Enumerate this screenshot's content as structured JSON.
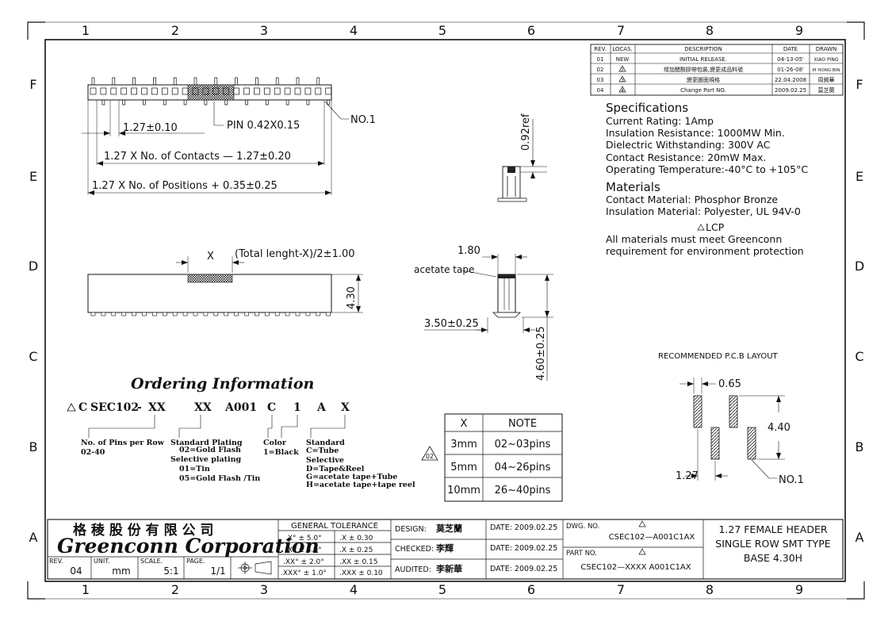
{
  "frame": {
    "columns": [
      "1",
      "2",
      "3",
      "4",
      "5",
      "6",
      "7",
      "8",
      "9"
    ],
    "rows": [
      "F",
      "E",
      "D",
      "C",
      "B",
      "A"
    ]
  },
  "revisions": {
    "headers": [
      "REV.",
      "LOCAS.",
      "DESCRIPTION",
      "DATE",
      "DRAWN"
    ],
    "rows": [
      {
        "rev": "01",
        "locas": "NEW",
        "desc": "INITIAL RELEASE.",
        "date": "04-13-05'",
        "drawn": "XIAO PING"
      },
      {
        "rev": "02",
        "locas": "2",
        "desc": "增加醋酸膠帶包裝,變更成品料號",
        "date": "01-26-08'",
        "drawn": "PI HONG BIN"
      },
      {
        "rev": "03",
        "locas": "3",
        "desc": "變更圖面規格",
        "date": "22.04.2008",
        "drawn": "周錫華"
      },
      {
        "rev": "04",
        "locas": "4",
        "desc": "Change Part NO.",
        "date": "2009.02.25",
        "drawn": "莫芝蘭"
      }
    ]
  },
  "specs": {
    "title": "Specifications",
    "lines": [
      "Current Rating:   1Amp",
      "Insulation Resistance:  1000MW Min.",
      "Dielectric Withstanding:  300V AC",
      "Contact Resistance:  20mW Max.",
      "Operating Temperature:-40°C to +105°C"
    ]
  },
  "materials": {
    "title": "Materials",
    "lines": [
      "Contact Material: Phosphor Bronze",
      "Insulation Material: Polyester, UL 94V-0"
    ],
    "lcp": "LCP",
    "note1": "All materials must meet Greenconn",
    "note2": "requirement for environment protection"
  },
  "dims": {
    "pitch": "1.27±0.10",
    "pin": "PIN 0.42X0.15",
    "no1": "NO.1",
    "contacts": "1.27 X No. of Contacts  —  1.27±0.20",
    "positions": "1.27 X No. of Positions  +  0.35±0.25",
    "x": "X",
    "total": "(Total lenght-X)/2±1.00",
    "h430": "4.30",
    "ref092": "0.92ref",
    "w180": "1.80",
    "acetate": "acetate tape",
    "w350": "3.50±0.25",
    "h460": "4.60±0.25"
  },
  "pcb": {
    "title": "RECOMMENDED P.C.B  LAYOUT",
    "w065": "0.65",
    "h440": "4.40",
    "p127": "1.27",
    "no1": "NO.1"
  },
  "ordering": {
    "title": "Ordering Information",
    "code": [
      "C",
      "SEC102",
      "-",
      "XX",
      "XX",
      "A001",
      "C",
      "1",
      "A",
      "X"
    ],
    "pins_label": "No. of Pins per Row",
    "pins_range": "02-40",
    "plating": [
      "Standard Plating",
      "02=Gold Flash",
      "Selective plating",
      "01=Tin",
      "05=Gold Flash /Tin"
    ],
    "color": [
      "Color",
      "1=Black"
    ],
    "standard": [
      "Standard",
      "C=Tube",
      "Selective",
      "D=Tape&Reel",
      "G=acetate tape+Tube",
      "H=acetate tape+tape reel"
    ]
  },
  "xtable": {
    "headers": [
      "X",
      "NOTE"
    ],
    "rows": [
      [
        "3mm",
        "02~03pins"
      ],
      [
        "5mm",
        "04~26pins"
      ],
      [
        "10mm",
        "26~40pins"
      ]
    ],
    "mark": "02"
  },
  "title_block": {
    "company_cn": "格 稜 股 份 有 限 公 司",
    "company_en": "Greenconn Corporation",
    "rev_label": "REV.",
    "rev": "04",
    "unit_label": "UNIT.",
    "unit": "mm",
    "scale_label": "SCALE.",
    "scale": "5:1",
    "page_label": "PAGE.",
    "page": "1/1",
    "tol_title": "GENERAL  TOLERANCE",
    "tol": [
      [
        ".X° ± 5.0°",
        ".X    ±  0.30"
      ],
      [
        ".X° ± 3.0°",
        ".X    ±  0.25"
      ],
      [
        ".XX° ± 2.0°",
        ".XX   ±  0.15"
      ],
      [
        ".XXX° ± 1.0°",
        ".XXX  ±  0.10"
      ]
    ],
    "design_label": "DESIGN:",
    "design": "莫芝蘭",
    "checked_label": "CHECKED:",
    "checked": "李輝",
    "audited_label": "AUDITED:",
    "audited": "李新華",
    "date_label": "DATE: 2009.02.25",
    "dwg_label": "DWG. NO.",
    "dwg": "CSEC102—A001C1AX",
    "part_label": "PART NO.",
    "part": "CSEC102—XXXX  A001C1AX",
    "t1": "1.27  FEMALE HEADER",
    "t2": "SINGLE ROW SMT TYPE",
    "t3": "BASE 4.30H"
  }
}
